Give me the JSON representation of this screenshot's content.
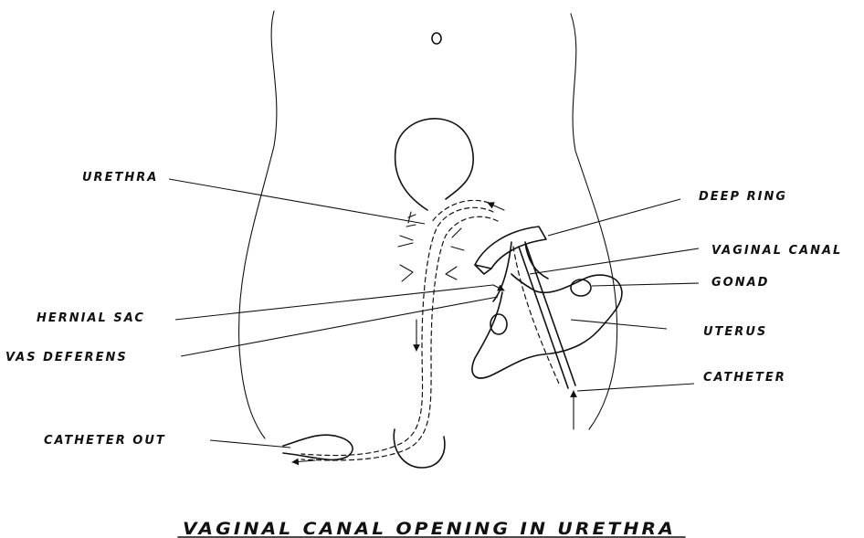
{
  "diagram": {
    "title": "VAGINAL CANAL OPENING IN URETHRA",
    "labels": {
      "urethra": "URETHRA",
      "hernial_sac": "HERNIAL SAC",
      "vas_deferens": "VAS DEFERENS",
      "catheter_out": "CATHETER OUT",
      "deep_ring": "DEEP RING",
      "vaginal_canal": "VAGINAL CANAL",
      "gonad": "GONAD",
      "uterus": "UTERUS",
      "catheter": "CATHETER"
    }
  }
}
